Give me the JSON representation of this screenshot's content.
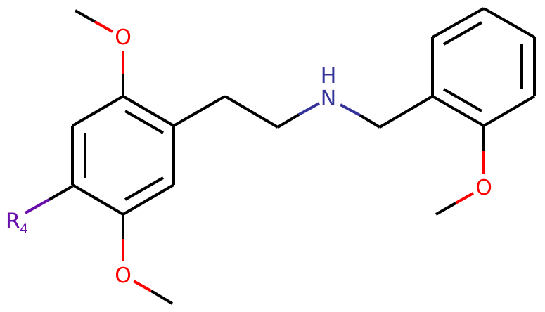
{
  "molecule": {
    "atoms": {
      "o_top": "O",
      "o_bottom": "O",
      "o_right": "O",
      "n": "N",
      "h": "H",
      "r": "R",
      "r_sub": "4"
    },
    "colors": {
      "oxygen": "#ff0000",
      "nitrogen": "#333399",
      "r_group": "#6a0dad",
      "carbon": "#000000"
    }
  }
}
